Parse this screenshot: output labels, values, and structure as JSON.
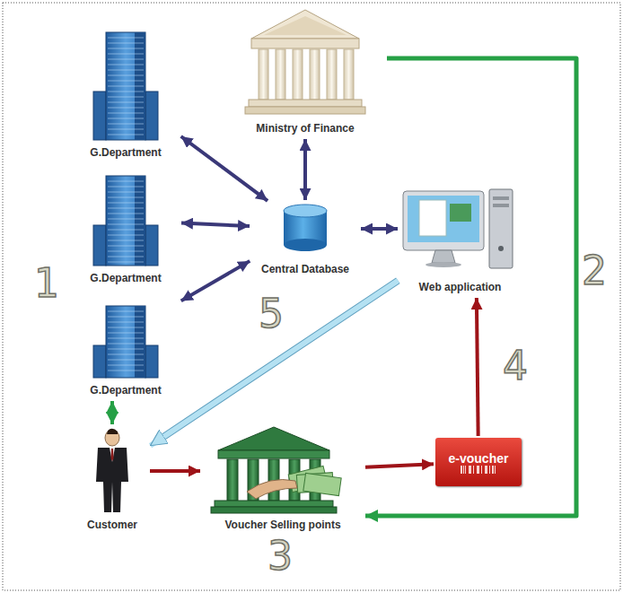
{
  "diagram": {
    "nodes": [
      {
        "text": [
          "Ministry of Finance"
        ]
      },
      {
        "text": [
          "G.Department"
        ]
      },
      {
        "text": [
          "Central Database"
        ]
      },
      {
        "text": [
          "Web application"
        ]
      },
      {
        "text": [
          "G.Department"
        ]
      },
      {
        "text": [
          "G.Department"
        ]
      },
      {
        "text": [
          "Customer"
        ]
      },
      {
        "text": [
          "Voucher Selling points"
        ]
      },
      {
        "text": [
          "e-voucher"
        ]
      }
    ],
    "edges": [
      {
        "from": 0,
        "to": 2,
        "arrow": "both"
      },
      {
        "from": 1,
        "to": 2,
        "arrow": "both"
      },
      {
        "from": 4,
        "to": 2,
        "arrow": "both"
      },
      {
        "from": 5,
        "to": 2,
        "arrow": "both"
      },
      {
        "from": 2,
        "to": 3,
        "arrow": "both"
      },
      {
        "from": 0,
        "to": 7,
        "arrow": "to"
      },
      {
        "from": 5,
        "to": 6,
        "arrow": "both"
      },
      {
        "from": 6,
        "to": 7,
        "arrow": "to"
      },
      {
        "from": 7,
        "to": 8,
        "arrow": "to"
      },
      {
        "from": 8,
        "to": 3,
        "arrow": "to"
      },
      {
        "from": 3,
        "to": 6,
        "arrow": "to"
      }
    ],
    "labels": [
      "1",
      "2",
      "3",
      "4",
      "5"
    ]
  }
}
